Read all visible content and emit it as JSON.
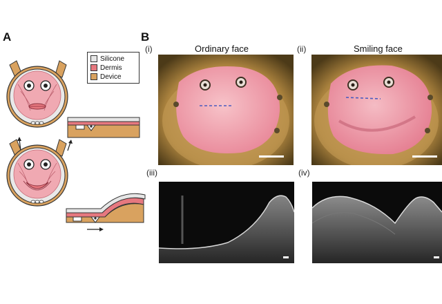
{
  "panelA": {
    "letter": "A",
    "legend": [
      {
        "label": "Silicone",
        "color": "#e6e6e6"
      },
      {
        "label": "Dermis",
        "color": "#e6787f"
      },
      {
        "label": "Device",
        "color": "#d9a25f"
      }
    ]
  },
  "panelB": {
    "letter": "B",
    "photos": [
      {
        "index": "(i)",
        "caption": "Ordinary face"
      },
      {
        "index": "(ii)",
        "caption": "Smiling face"
      }
    ],
    "oct": [
      {
        "index": "(iii)"
      },
      {
        "index": "(iv)"
      }
    ]
  },
  "colors": {
    "skin": "#ea9aa6",
    "skin_light": "#f4b9c1",
    "device": "#d9a25f",
    "outline": "#333333",
    "dish": "#b88a3a"
  }
}
